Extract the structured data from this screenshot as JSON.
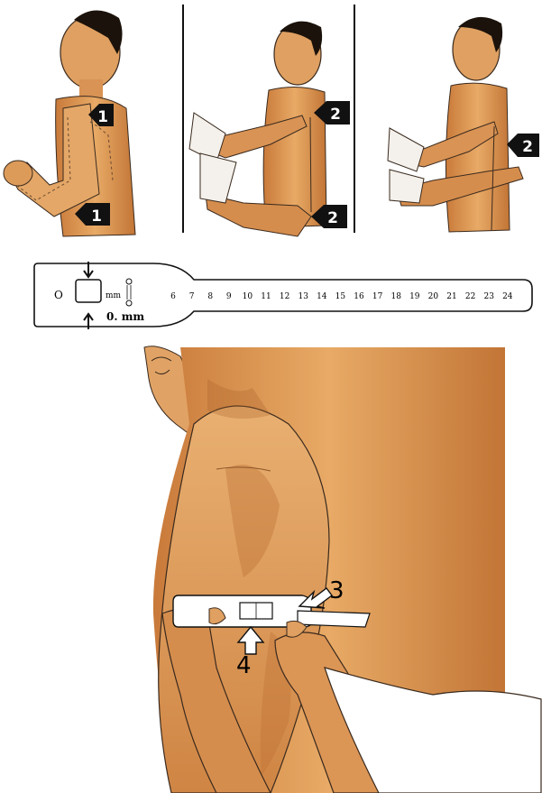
{
  "panels": {
    "step1": {
      "marker_top": "1",
      "marker_bottom": "1"
    },
    "step2a": {
      "marker_top": "2",
      "marker_bottom": "2"
    },
    "step2b": {
      "marker": "2"
    }
  },
  "tape": {
    "unit_label": "mm",
    "zero_label": "0. mm",
    "hole_label": "O",
    "scale": [
      "6",
      "7",
      "8",
      "9",
      "10",
      "11",
      "12",
      "13",
      "14",
      "15",
      "16",
      "17",
      "18",
      "19",
      "20",
      "21",
      "22",
      "23",
      "24"
    ]
  },
  "main_illustration": {
    "label_3": "3",
    "label_4": "4"
  },
  "colors": {
    "skin": "#e2a463",
    "skin_shadow": "#b86b2e",
    "hair": "#1b120b",
    "marker_black": "#111111",
    "outline": "#3a2a1e"
  },
  "icons": [
    "arrow-marker-icon",
    "hollow-arrow-icon",
    "measuring-tape-icon"
  ]
}
